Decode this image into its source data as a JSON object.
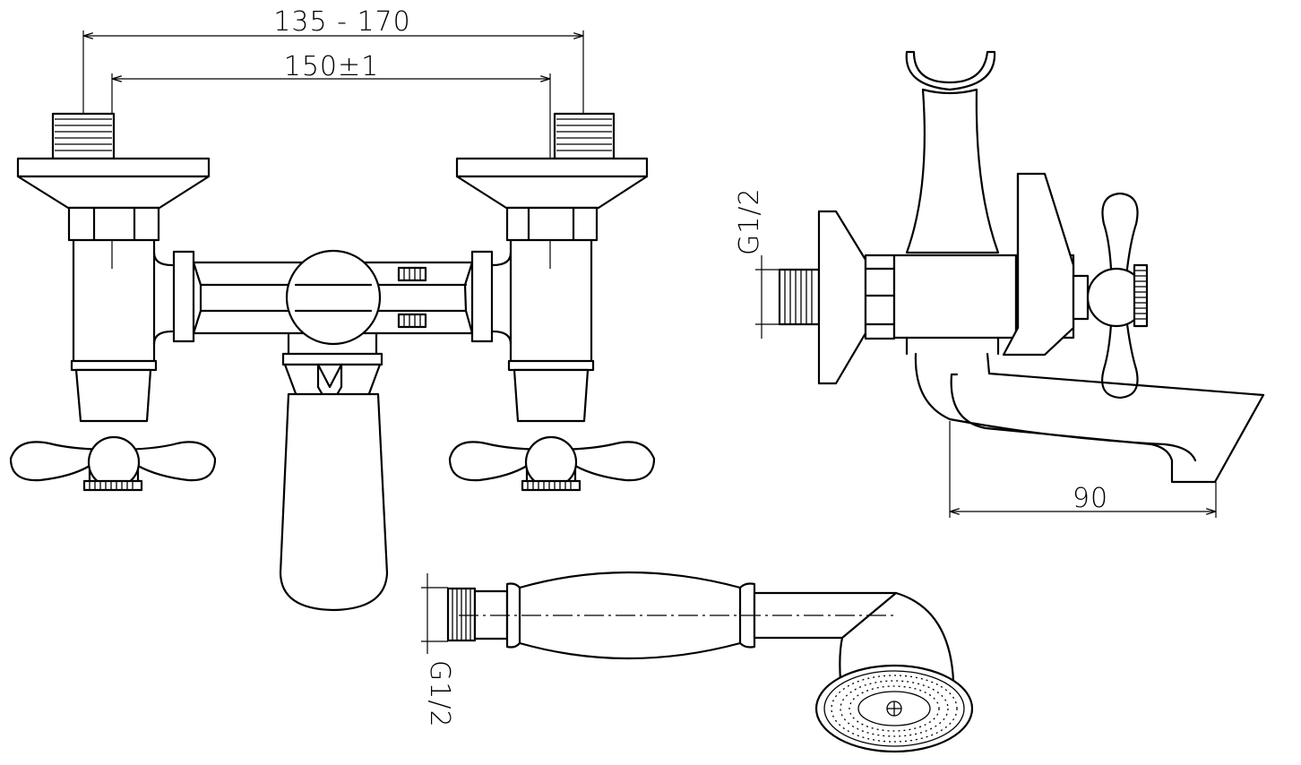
{
  "dimensions": {
    "center_range": "135 - 170",
    "center_distance": "150±1",
    "inlet_thread_side": "G1/2",
    "spout_reach": "90",
    "hose_thread": "G1/2"
  }
}
